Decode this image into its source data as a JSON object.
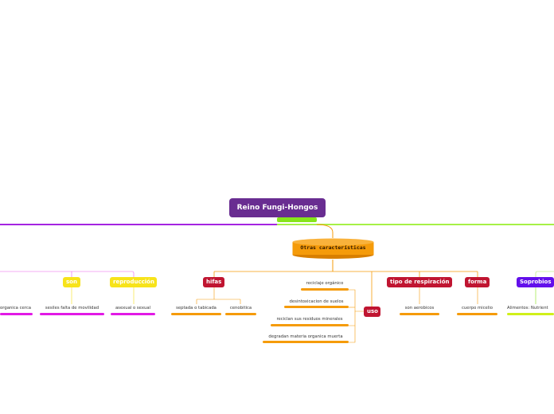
{
  "title": "Reino Fungi-Hongos",
  "center": "Otras características",
  "colors": {
    "root": "#692d91",
    "cylinder": "#f59b0a",
    "yellow": "#f7e31a",
    "red": "#c01531",
    "purple": "#6310eb",
    "orange": "#f59b0a",
    "magenta": "#e11ae5",
    "lime": "#86e51a",
    "green": "#a6f046",
    "violet": "#a524e1"
  },
  "categories": {
    "son": "son",
    "reproduccion": "reproducción",
    "hifas": "hifas",
    "uso": "uso",
    "tipo_respiracion": "tipo de respiración",
    "forma": "forma",
    "soprobios": "Soprobios"
  },
  "leaves": {
    "organica_cerca": "organica cerca",
    "sesiles": "sesiles falta de movilidad",
    "asexual": "asexual o sexual",
    "septada": "septada o tabicada",
    "cenobitica": "cenobitica",
    "reciclaje": "reciclaje orgánico",
    "desintoxicacion": "desintoxicacion de suelos",
    "reciclan": "reciclan sus residuos minerales",
    "degradan": "degradan materia organica muerta",
    "aerobicos": "son aerobicos",
    "micelio": "cuerpo micelio",
    "alimentos": "Alimentos: Nutrient"
  }
}
